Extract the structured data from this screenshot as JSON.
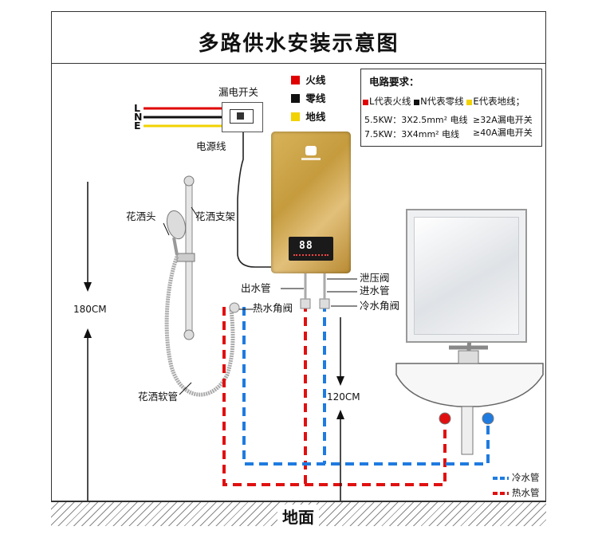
{
  "title": "多路供水安装示意图",
  "wire_legend": [
    {
      "color": "#e00000",
      "label": "火线"
    },
    {
      "color": "#111111",
      "label": "零线"
    },
    {
      "color": "#f2d200",
      "label": "地线"
    }
  ],
  "requirements": {
    "heading": "电路要求：",
    "codes": [
      {
        "color": "#e00000",
        "text": "L代表火线"
      },
      {
        "color": "#111111",
        "text": "N代表零线"
      },
      {
        "color": "#f2d200",
        "text": "E代表地线；"
      }
    ],
    "spec1_power": "5.5KW：3X2.5mm² 电线",
    "spec1_breaker": "≥32A漏电开关",
    "spec2_power": "7.5KW：3X4mm² 电线",
    "spec2_breaker": "≥40A漏电开关"
  },
  "wires": {
    "l": "L",
    "n": "N",
    "e": "E"
  },
  "labels": {
    "leakage_switch": "漏电开关",
    "power_cord": "电源线",
    "shower_head": "花洒头",
    "shower_bracket": "花洒支架",
    "outlet_pipe": "出水管",
    "relief_valve": "泄压阀",
    "inlet_pipe": "进水管",
    "hot_angle_valve": "热水角阀",
    "cold_angle_valve": "冷水角阀",
    "shower_hose": "花洒软管",
    "height_180": "180CM",
    "height_120": "120CM",
    "ground": "地面"
  },
  "heater_display": "88",
  "pipe_legend": [
    {
      "color": "#1f7be0",
      "label": "冷水管"
    },
    {
      "color": "#e01010",
      "label": "热水管"
    }
  ]
}
